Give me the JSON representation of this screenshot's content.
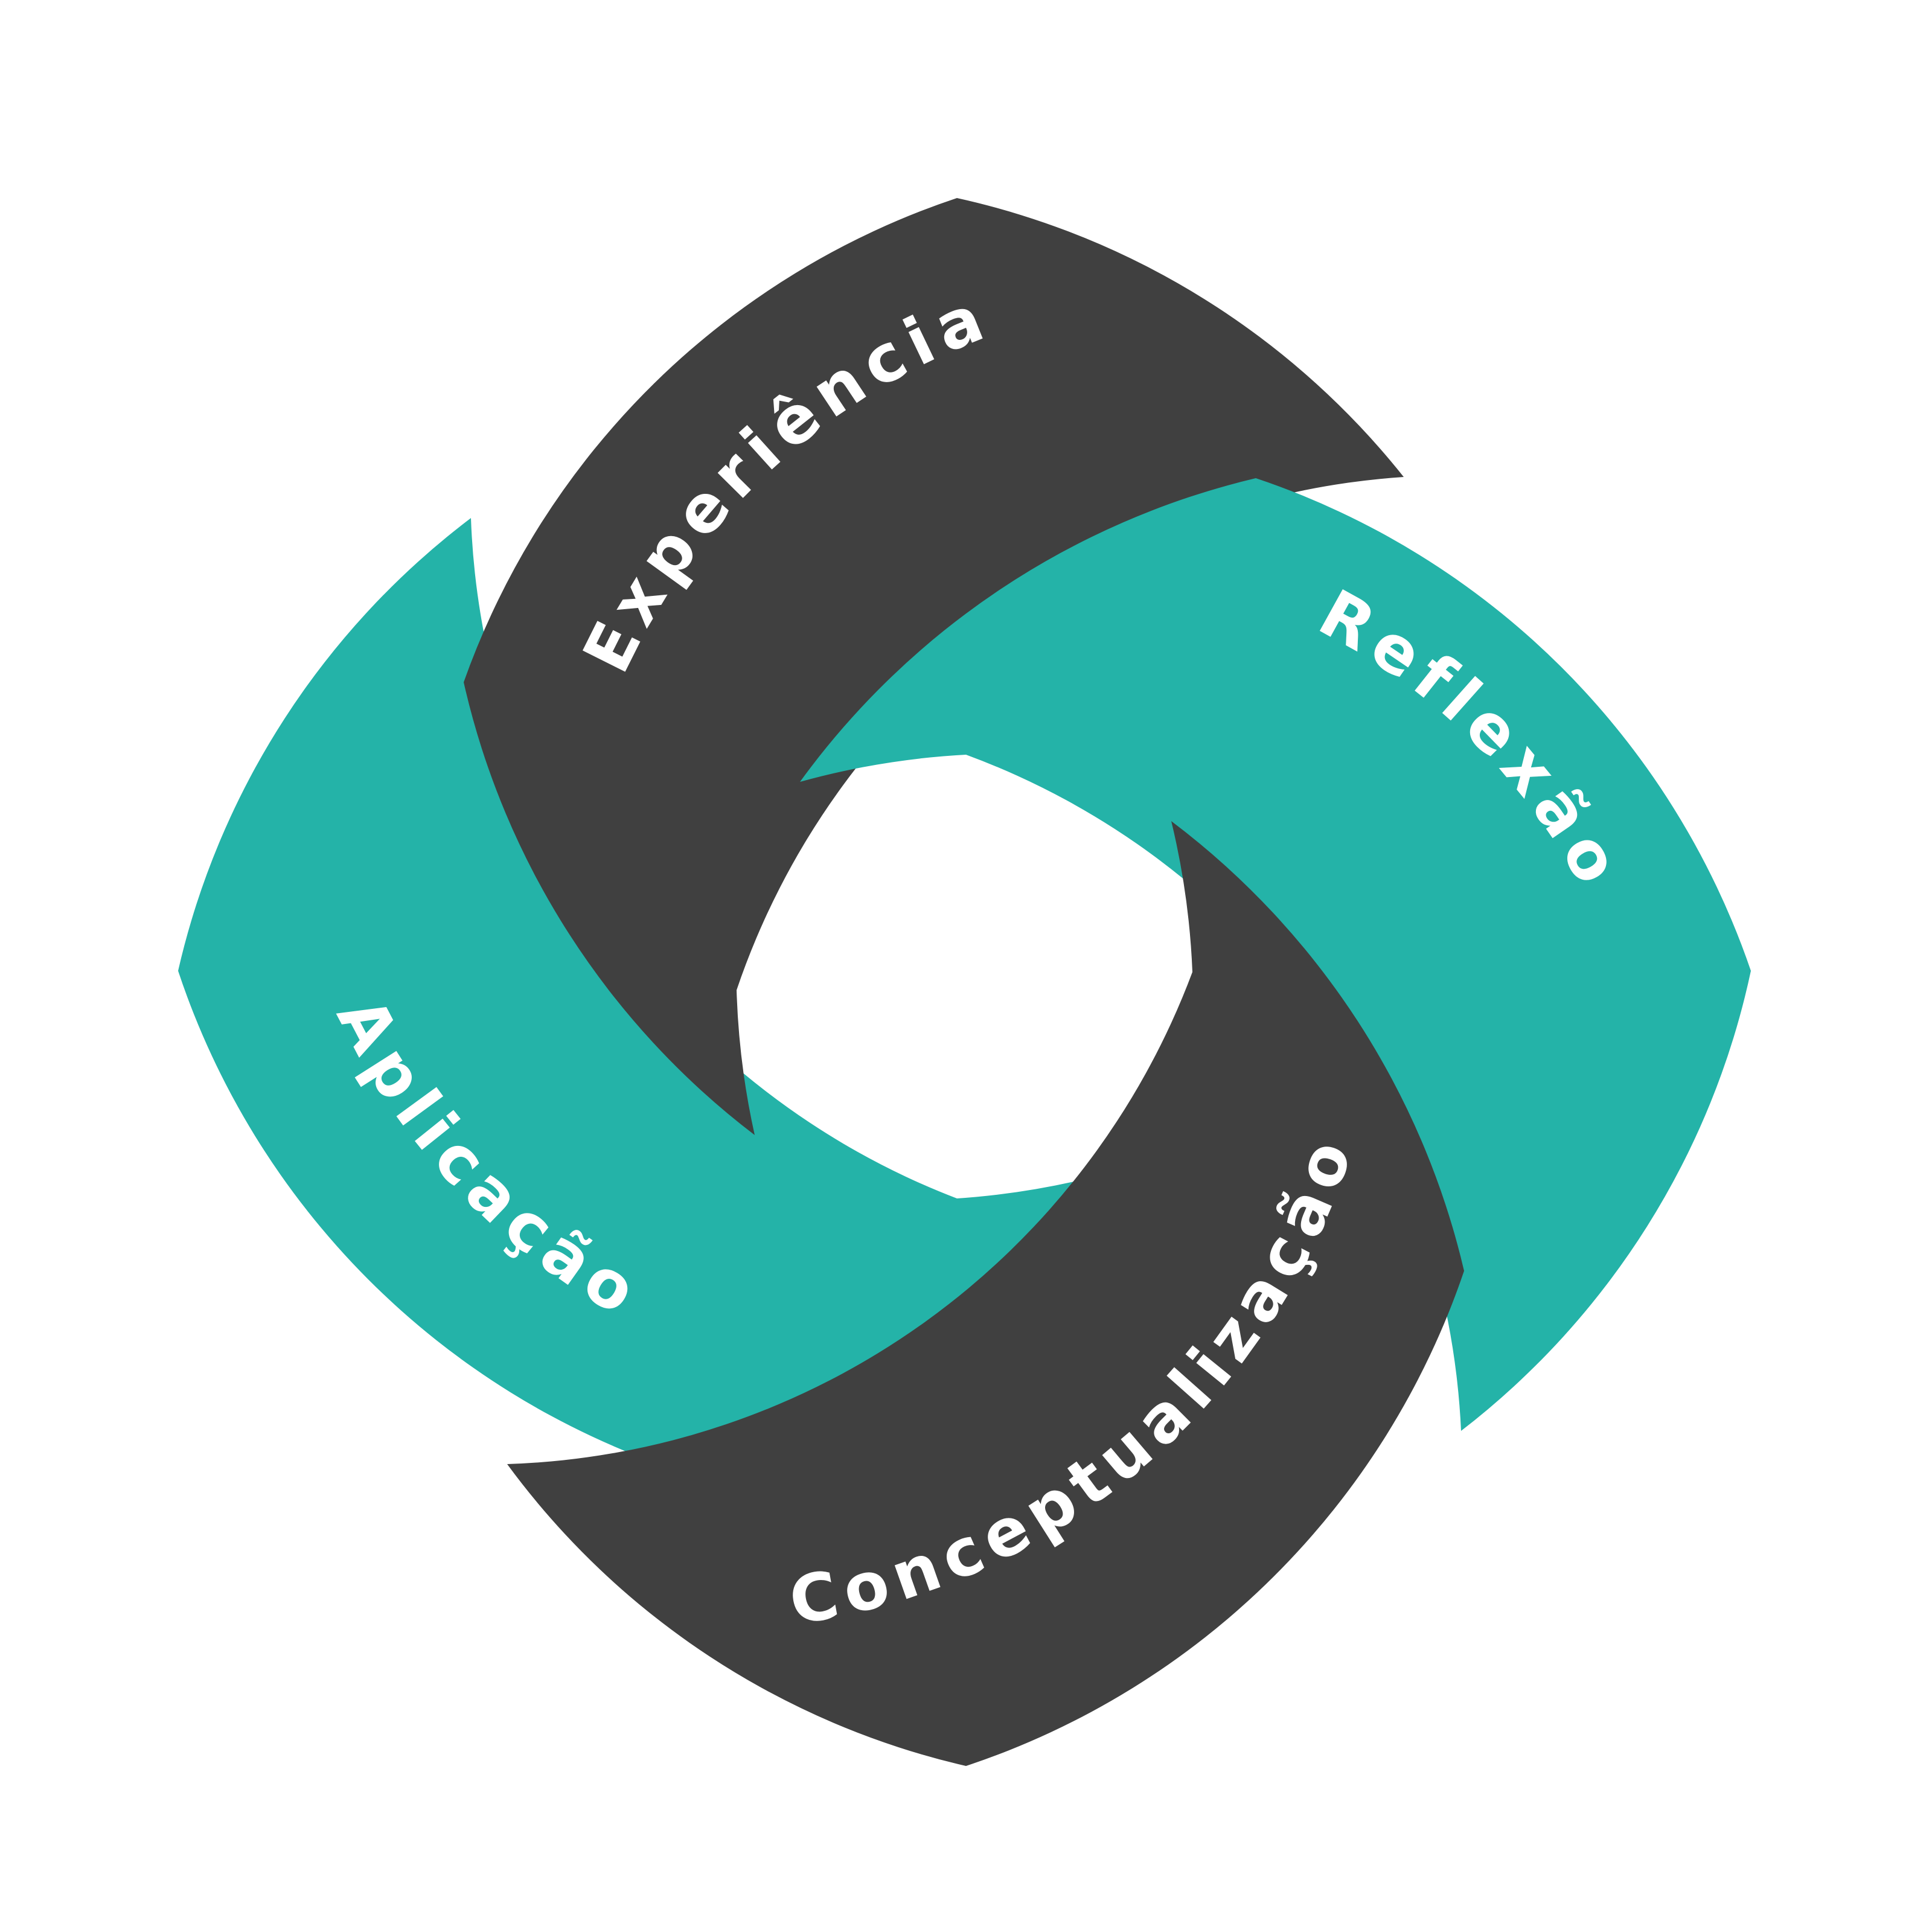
{
  "colors": {
    "background": "#ffffff",
    "dark": "#404040",
    "teal": "#24b3a8",
    "text": "#ffffff"
  },
  "stages": [
    {
      "id": "experiencia",
      "label": "Experiência",
      "color": "dark"
    },
    {
      "id": "reflexao",
      "label": "Reflexão",
      "color": "teal"
    },
    {
      "id": "conceptualizacao",
      "label": "Conceptualização",
      "color": "dark"
    },
    {
      "id": "aplicacao",
      "label": "Aplicação",
      "color": "teal"
    }
  ]
}
